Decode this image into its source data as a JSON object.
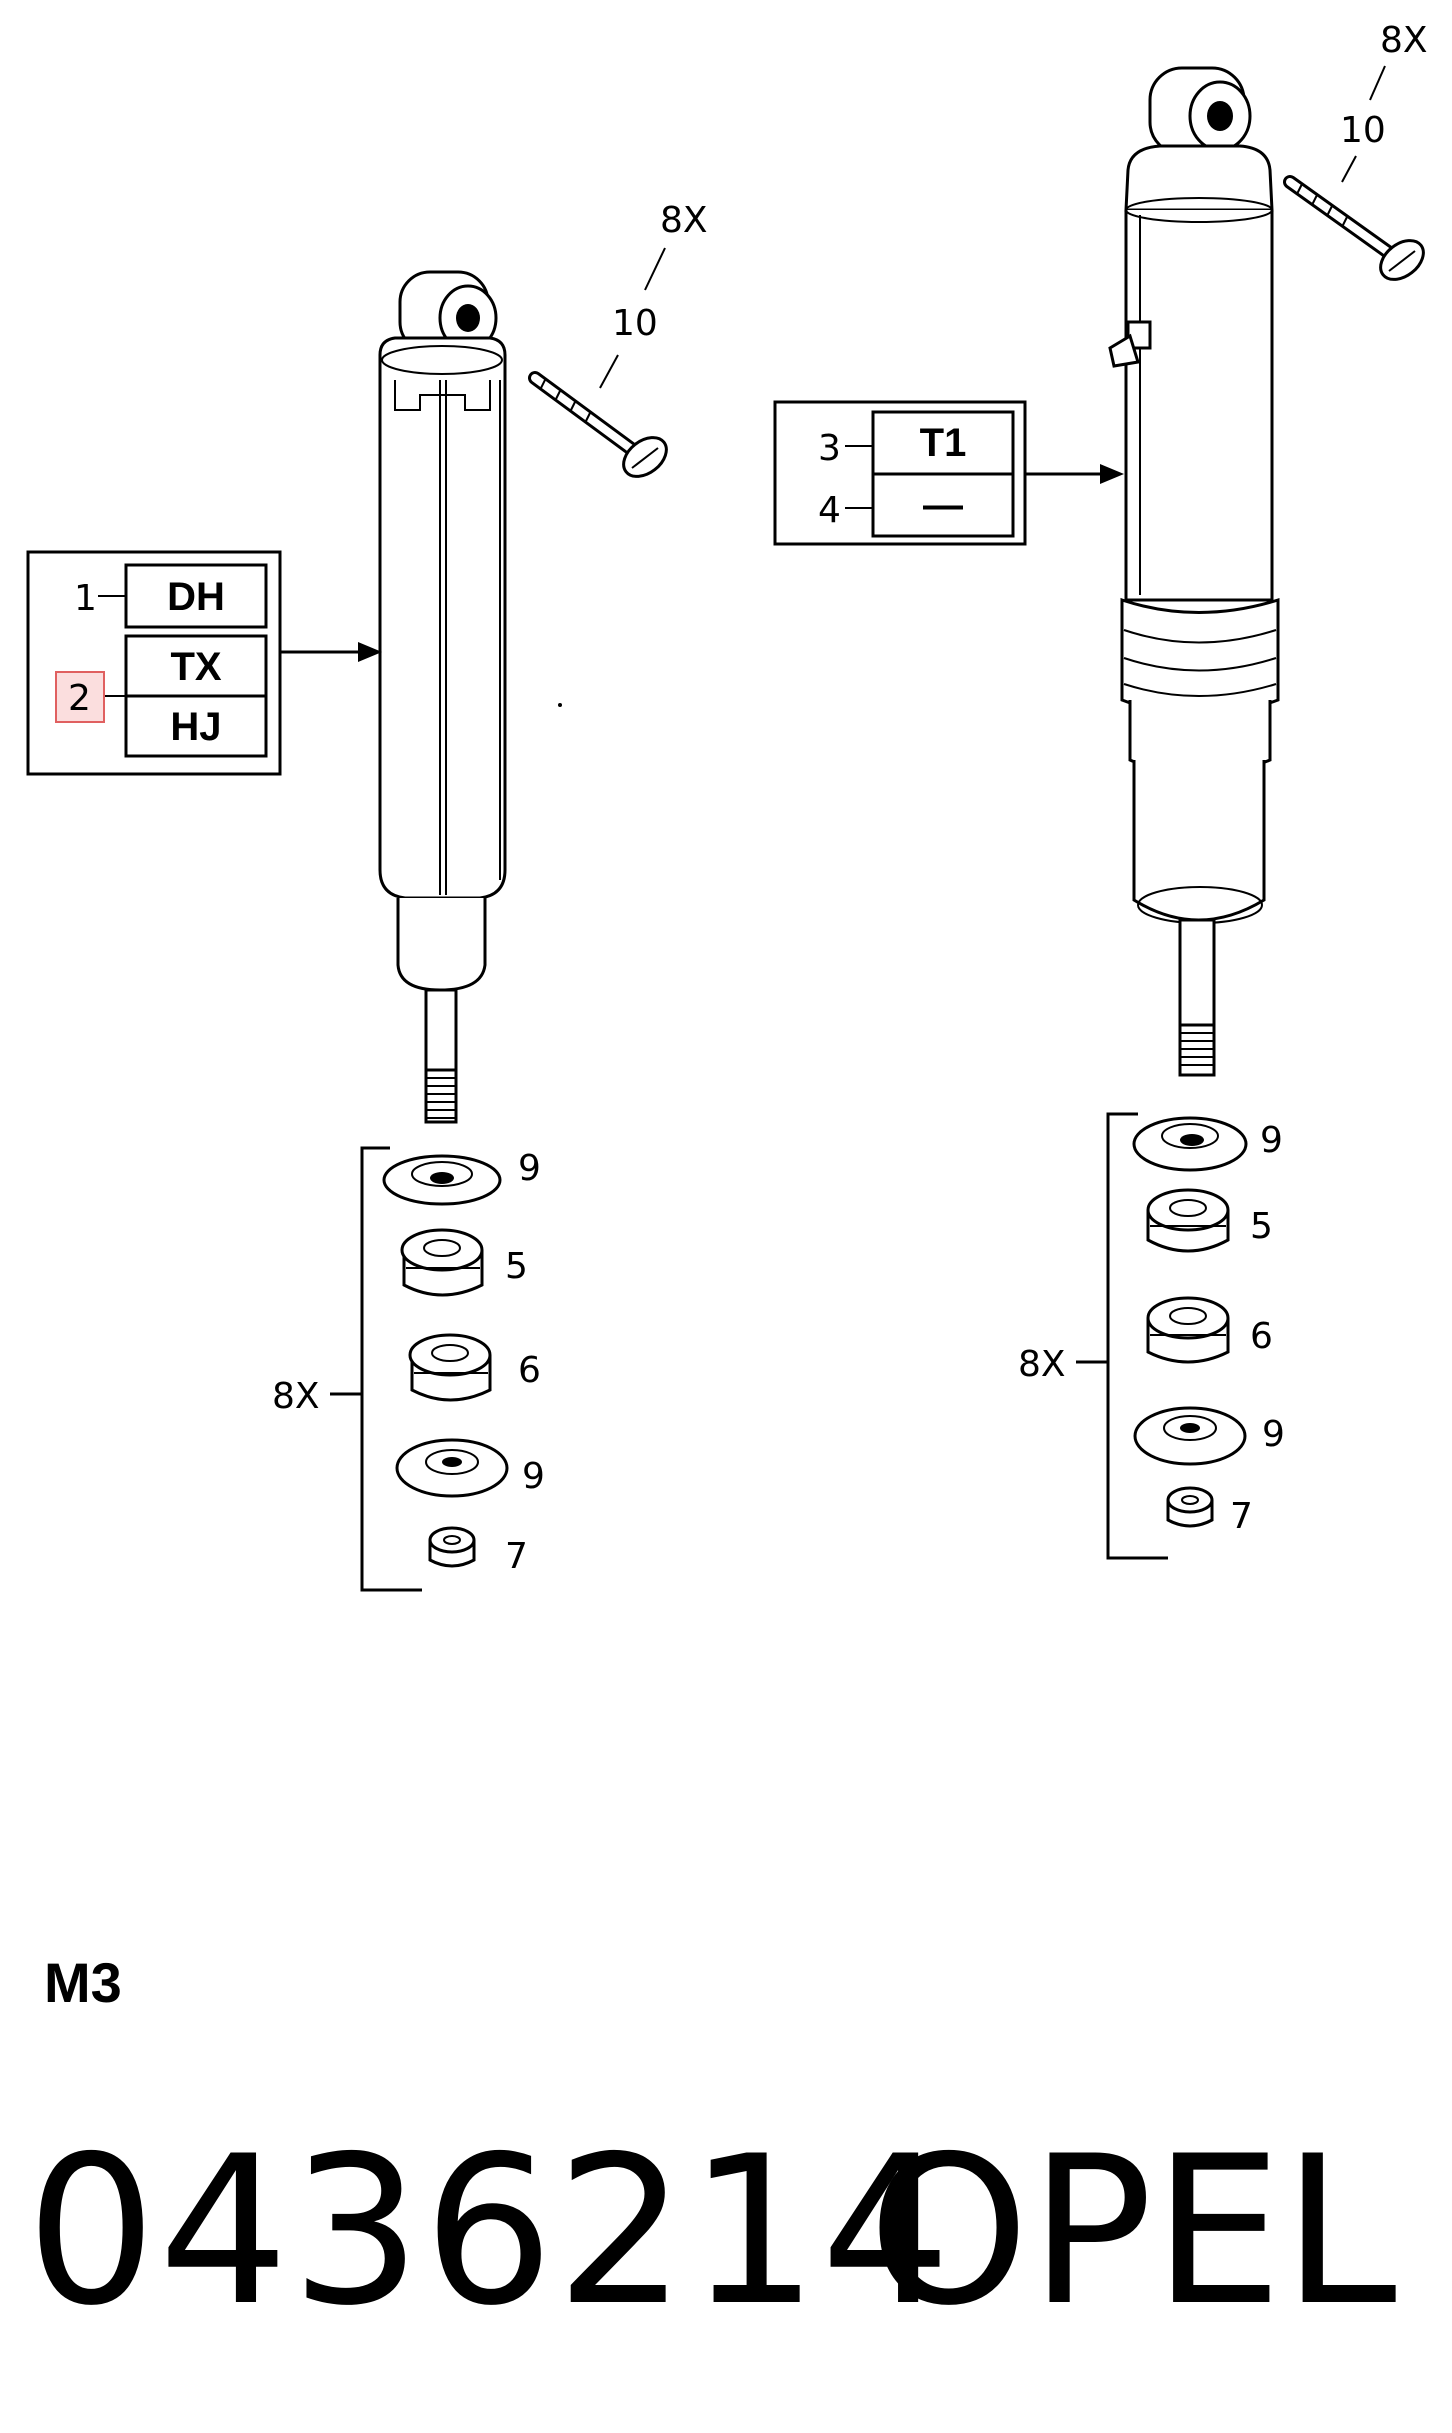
{
  "left_shock": {
    "code_box": {
      "rows": [
        {
          "callout": "1",
          "code": "DH"
        },
        {
          "callout": "2",
          "code": "TX"
        },
        {
          "callout": "",
          "code": "HJ"
        }
      ]
    },
    "bolt_qty": "8X",
    "bolt_callout": "10",
    "kit_qty": "8X",
    "kit_parts": [
      "9",
      "5",
      "6",
      "9",
      "7"
    ]
  },
  "right_shock": {
    "code_box": {
      "rows": [
        {
          "callout": "3",
          "code": "T1"
        },
        {
          "callout": "4",
          "code": "—"
        }
      ]
    },
    "bolt_qty": "8X",
    "bolt_callout": "10",
    "kit_qty": "8X",
    "kit_parts": [
      "9",
      "5",
      "6",
      "9",
      "7"
    ]
  },
  "highlight_color": "#e06060",
  "section_code": "M3",
  "part_number": "0436214",
  "brand": "OPEL"
}
